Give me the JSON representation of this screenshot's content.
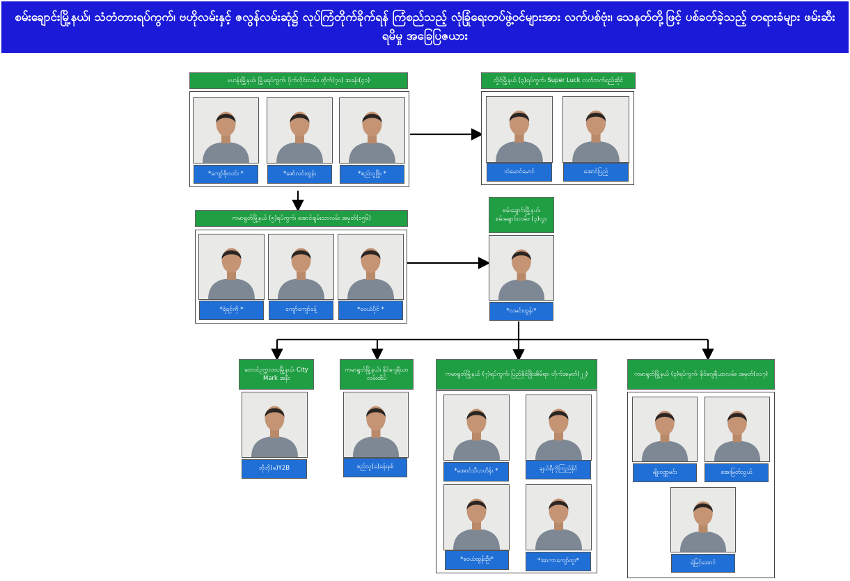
{
  "title": "စမ်းချောင်းမြို့နယ်၊ သံတံတားရပ်ကွက်၊ ဗဟိုလမ်းနှင့် ဇလွန်လမ်းဆုံ၌ လုပ်ကြံတိုက်ခိုက်ရန် ကြံစည်သည့် လုံခြုံရေးတပ်ဖွဲ့ဝင်များအား လက်ပစ်ဗုံး၊ သေနတ်တို့ဖြင့် ပစ်ခတ်ခဲ့သည့် တရားခံများ ဖမ်းဆီးရမိမှု အခြေပြဇယား",
  "colors": {
    "banner": "#1a1ad8",
    "header": "#1f9e43",
    "caption": "#1f6fd6"
  },
  "groups": {
    "g1": {
      "heading": "ဗဟန်းမြို့နယ်၊ မြို့မရပ်ကွက်၊ ပိုက်လိုင်းလမ်း၊ တိုက်(၇၀) အခန်း(၄၁)",
      "members": [
        "*ကျော်စိုးလင်း *",
        "*ဇော်လင်းထွန်း",
        "*စည်သူဖြိုး *"
      ]
    },
    "g2": {
      "heading": "လှိုင်မြို့နယ် (၃)ရပ်ကွက်၊ Super Luck လက်ဘက်ရည်ဆိုင်",
      "members": [
        "သံမောင်မောင်",
        "အောင်ပြည့်"
      ]
    },
    "g3": {
      "heading": "ကမာရွတ်မြို့နယ် (၅)ရပ်ကွက်၊ အောင်ချမ်းသာလမ်း အမှတ်(၁၅၆)",
      "members": [
        "*ရဲရင့်ကို *",
        "ကျော်ကျော်ခန့်",
        "*ဝေယံပိုင် *"
      ]
    },
    "g4": {
      "heading": "စမ်းချောင်းမြို့နယ်၊ စမ်းချောင်းလမ်း၊ (၃)လွှာ",
      "members": [
        "*လမင်းထွန်း*"
      ]
    },
    "g5": {
      "heading": "တောင်ဥက္ကလာပမြို့နယ်၊ City Mark အနီး",
      "members": [
        "ဘိုဘို(ခ)Y2B"
      ]
    },
    "g6": {
      "heading": "ကမာရွတ်မြို့နယ်၊ နိုင်ဂျေရီယာလမ်းထိပ်",
      "members": [
        "စည်သူ(ခ)ခန်းနစ်"
      ]
    },
    "g7": {
      "heading": "ကမာရွတ်မြို့နယ် (၇)ရပ်ကွက်၊ ပြည်ခိုင်ဖြိုးအိမ်ရာ၊ တိုက်အမှတ်(၂၂)",
      "members": [
        "*အောင်သီဟဟိန်း *",
        "ချယ်ရီကိုကြည်နိုင်",
        "*ဝေယံထွန်းဦး*",
        "*အာကာကျော်ထူး*"
      ]
    },
    "g8": {
      "heading": "ကမာရွတ်မြို့နယ် (၃)ရပ်ကွက်၊ နိုင်ဂျေရီယာလမ်း၊ အမှတ်(၁၁၇)",
      "members": [
        "မျိုးဝဏ္ဏမင်း",
        "အေးမြတ်သွယ်",
        "ရဲမြင့်အောင်"
      ]
    }
  }
}
